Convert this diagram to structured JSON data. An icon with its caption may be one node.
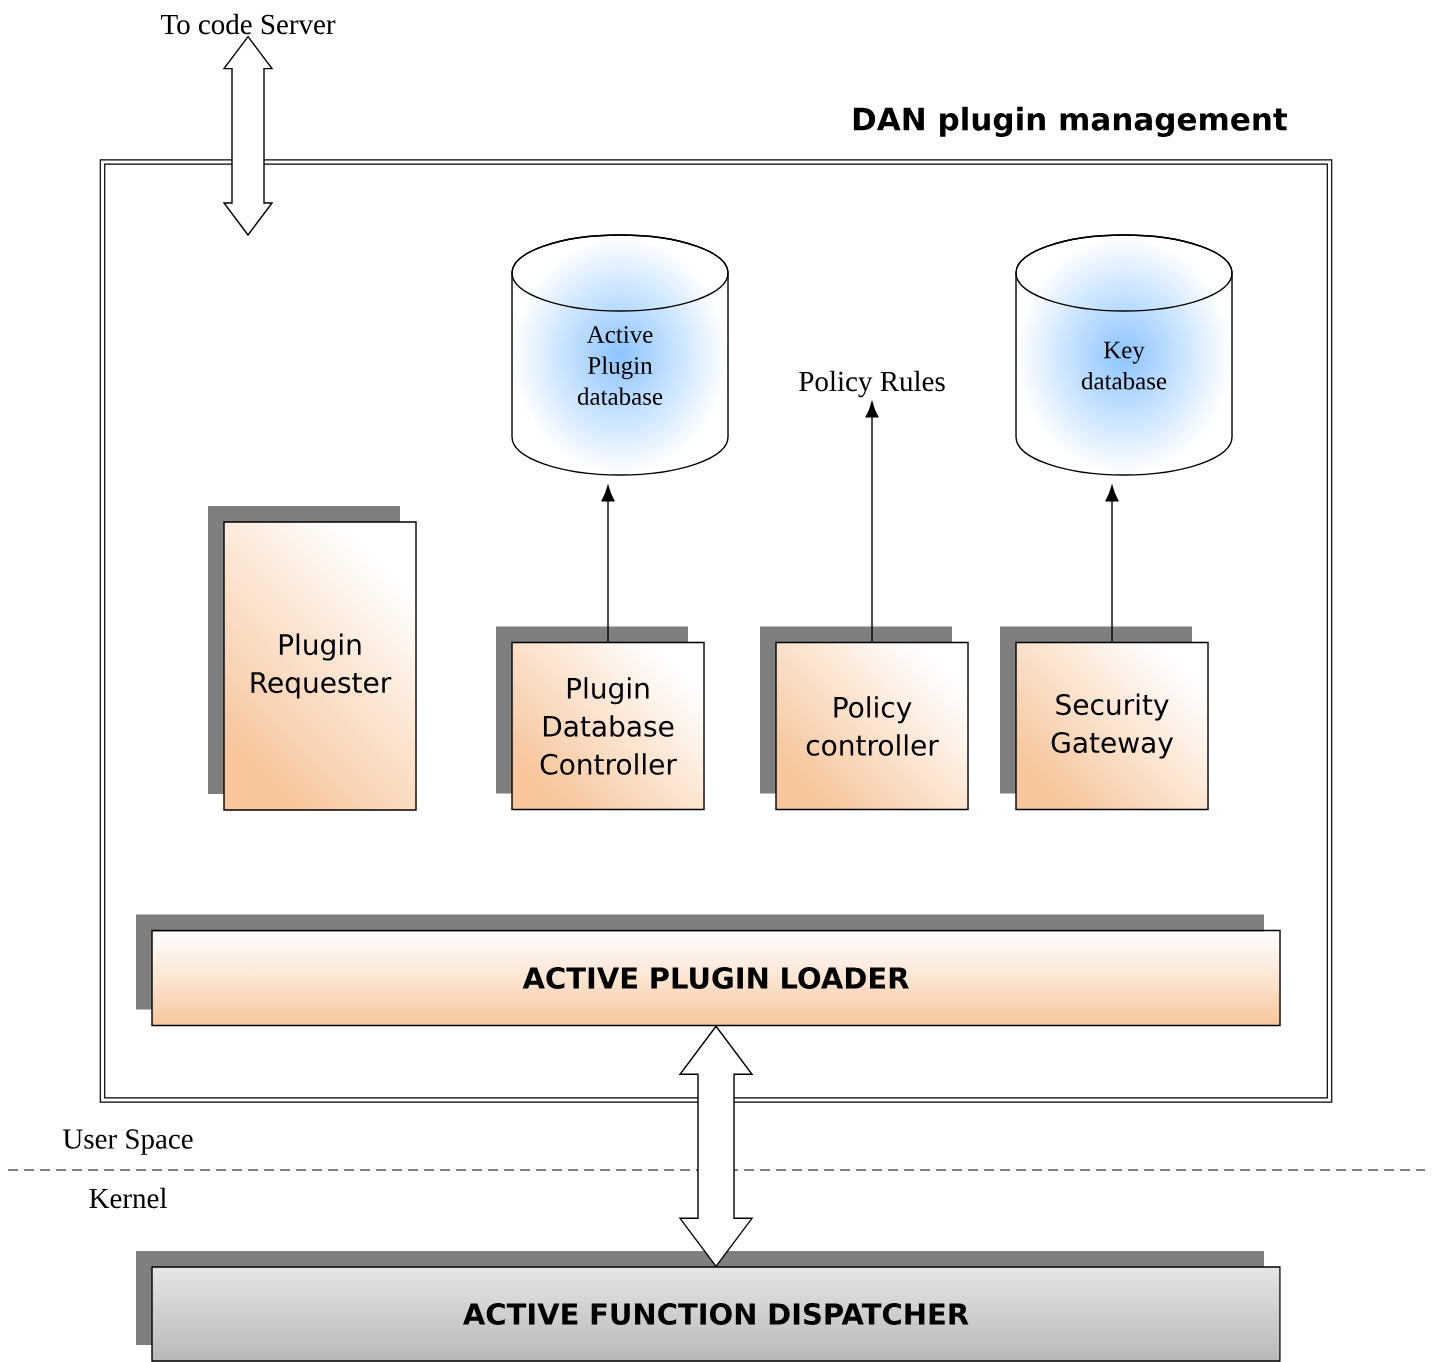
{
  "diagram": {
    "nodes": [
      {
        "text": [
          "DAN plugin management"
        ]
      },
      {
        "text": [
          "Active Plugin database"
        ],
        "in": 0
      },
      {
        "text": [
          "Policy Rules"
        ],
        "in": 0
      },
      {
        "text": [
          "Key database"
        ],
        "in": 0
      },
      {
        "text": [
          "Plugin Requester"
        ],
        "in": 0
      },
      {
        "text": [
          "Plugin Database Controller"
        ],
        "in": 0
      },
      {
        "text": [
          "Policy controller"
        ],
        "in": 0
      },
      {
        "text": [
          "Security Gateway"
        ],
        "in": 0
      },
      {
        "text": [
          "ACTIVE PLUGIN LOADER"
        ],
        "in": 0
      },
      {
        "text": [
          "ACTIVE FUNCTION DISPATCHER"
        ]
      },
      {
        "text": [
          "To code Server"
        ]
      }
    ],
    "edges": [
      {
        "from": 5,
        "to": 1,
        "arrow": "to"
      },
      {
        "from": 6,
        "to": 2,
        "arrow": "to"
      },
      {
        "from": 7,
        "to": 3,
        "arrow": "to"
      },
      {
        "from": 8,
        "to": 9,
        "arrow": "both"
      },
      {
        "from": 10,
        "to": null,
        "arrow": "both"
      }
    ],
    "labels": [
      "User Space",
      "Kernel"
    ]
  }
}
